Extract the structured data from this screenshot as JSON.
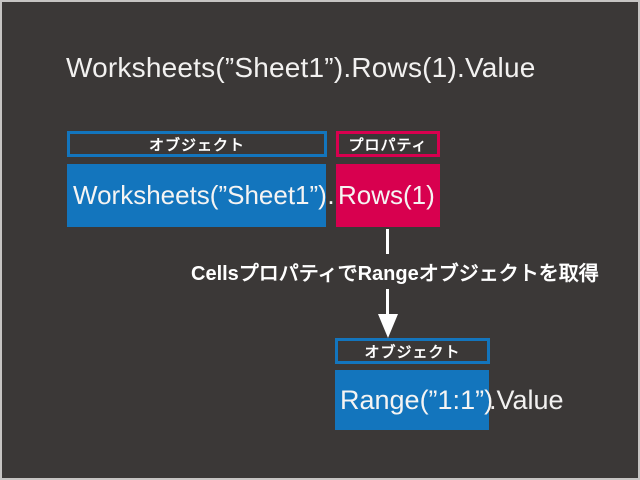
{
  "title": "Worksheets(”Sheet1”).Rows(1).Value",
  "colors": {
    "background": "#3b3837",
    "object_blue": "#1375bd",
    "property_pink": "#d8004f",
    "text_white": "#f2f1f0"
  },
  "top_group": {
    "object_label": "オブジェクト",
    "property_label": "プロパティ",
    "object_text": "Worksheets(”Sheet1”)",
    "separator": ".",
    "property_text": "Rows(1)"
  },
  "annotation": "CellsプロパティでRangeオブジェクトを取得",
  "bottom_group": {
    "object_label": "オブジェクト",
    "object_text": "Range(”1:1”)",
    "suffix_text": ".Value"
  }
}
